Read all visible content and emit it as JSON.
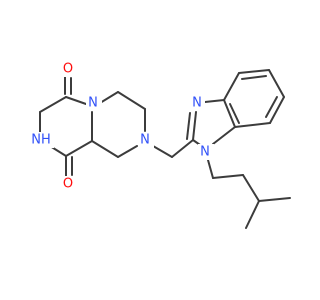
{
  "molecule": {
    "atoms": [
      {
        "id": "o_top",
        "symbol": "O",
        "role": "carbonyl-oxygen",
        "color": "#ff0d0d"
      },
      {
        "id": "n_bridge",
        "symbol": "N",
        "role": "ring-nitrogen",
        "color": "#3050f8"
      },
      {
        "id": "nh",
        "symbol": "NH",
        "role": "amide-nitrogen",
        "color": "#3050f8"
      },
      {
        "id": "o_bottom",
        "symbol": "O",
        "role": "carbonyl-oxygen",
        "color": "#ff0d0d"
      },
      {
        "id": "n_pip",
        "symbol": "N",
        "role": "ring-nitrogen",
        "color": "#3050f8"
      },
      {
        "id": "n_imine",
        "symbol": "N",
        "role": "imidazole-nitrogen",
        "color": "#3050f8"
      },
      {
        "id": "n_alkyl",
        "symbol": "N",
        "role": "imidazole-nitrogen",
        "color": "#3050f8"
      }
    ],
    "bond_color": "#3c3c3c",
    "background": "#ffffff"
  }
}
